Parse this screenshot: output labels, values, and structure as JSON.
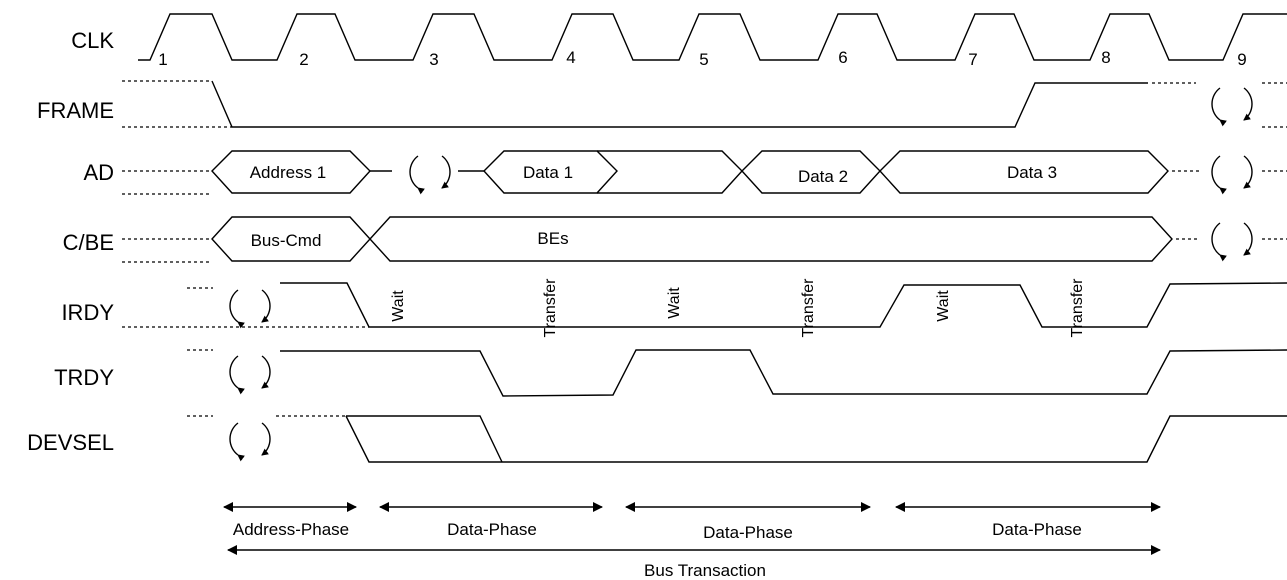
{
  "signals": {
    "clk": "CLK",
    "frame": "FRAME",
    "ad": "AD",
    "cbe": "C/BE",
    "irdy": "IRDY",
    "trdy": "TRDY",
    "devsel": "DEVSEL"
  },
  "cycles": [
    "1",
    "2",
    "3",
    "4",
    "5",
    "6",
    "7",
    "8",
    "9"
  ],
  "ad_boxes": {
    "address": "Address 1",
    "data1": "Data 1",
    "data2": "Data 2",
    "data3": "Data 3"
  },
  "cbe_boxes": {
    "cmd": "Bus-Cmd",
    "bes": "BEs"
  },
  "irdy_annotations": {
    "wait1": "Wait",
    "transfer1": "Transfer",
    "wait2": "Wait",
    "transfer2": "Transfer",
    "wait3": "Wait",
    "transfer3": "Transfer"
  },
  "phases": {
    "address": "Address-Phase",
    "data1": "Data-Phase",
    "data2": "Data-Phase",
    "data3": "Data-Phase",
    "transaction": "Bus Transaction"
  },
  "colors": {
    "ink": "#000000",
    "background": "#ffffff"
  },
  "icons": [
    "turnaround-icon",
    "arrow-icon"
  ]
}
